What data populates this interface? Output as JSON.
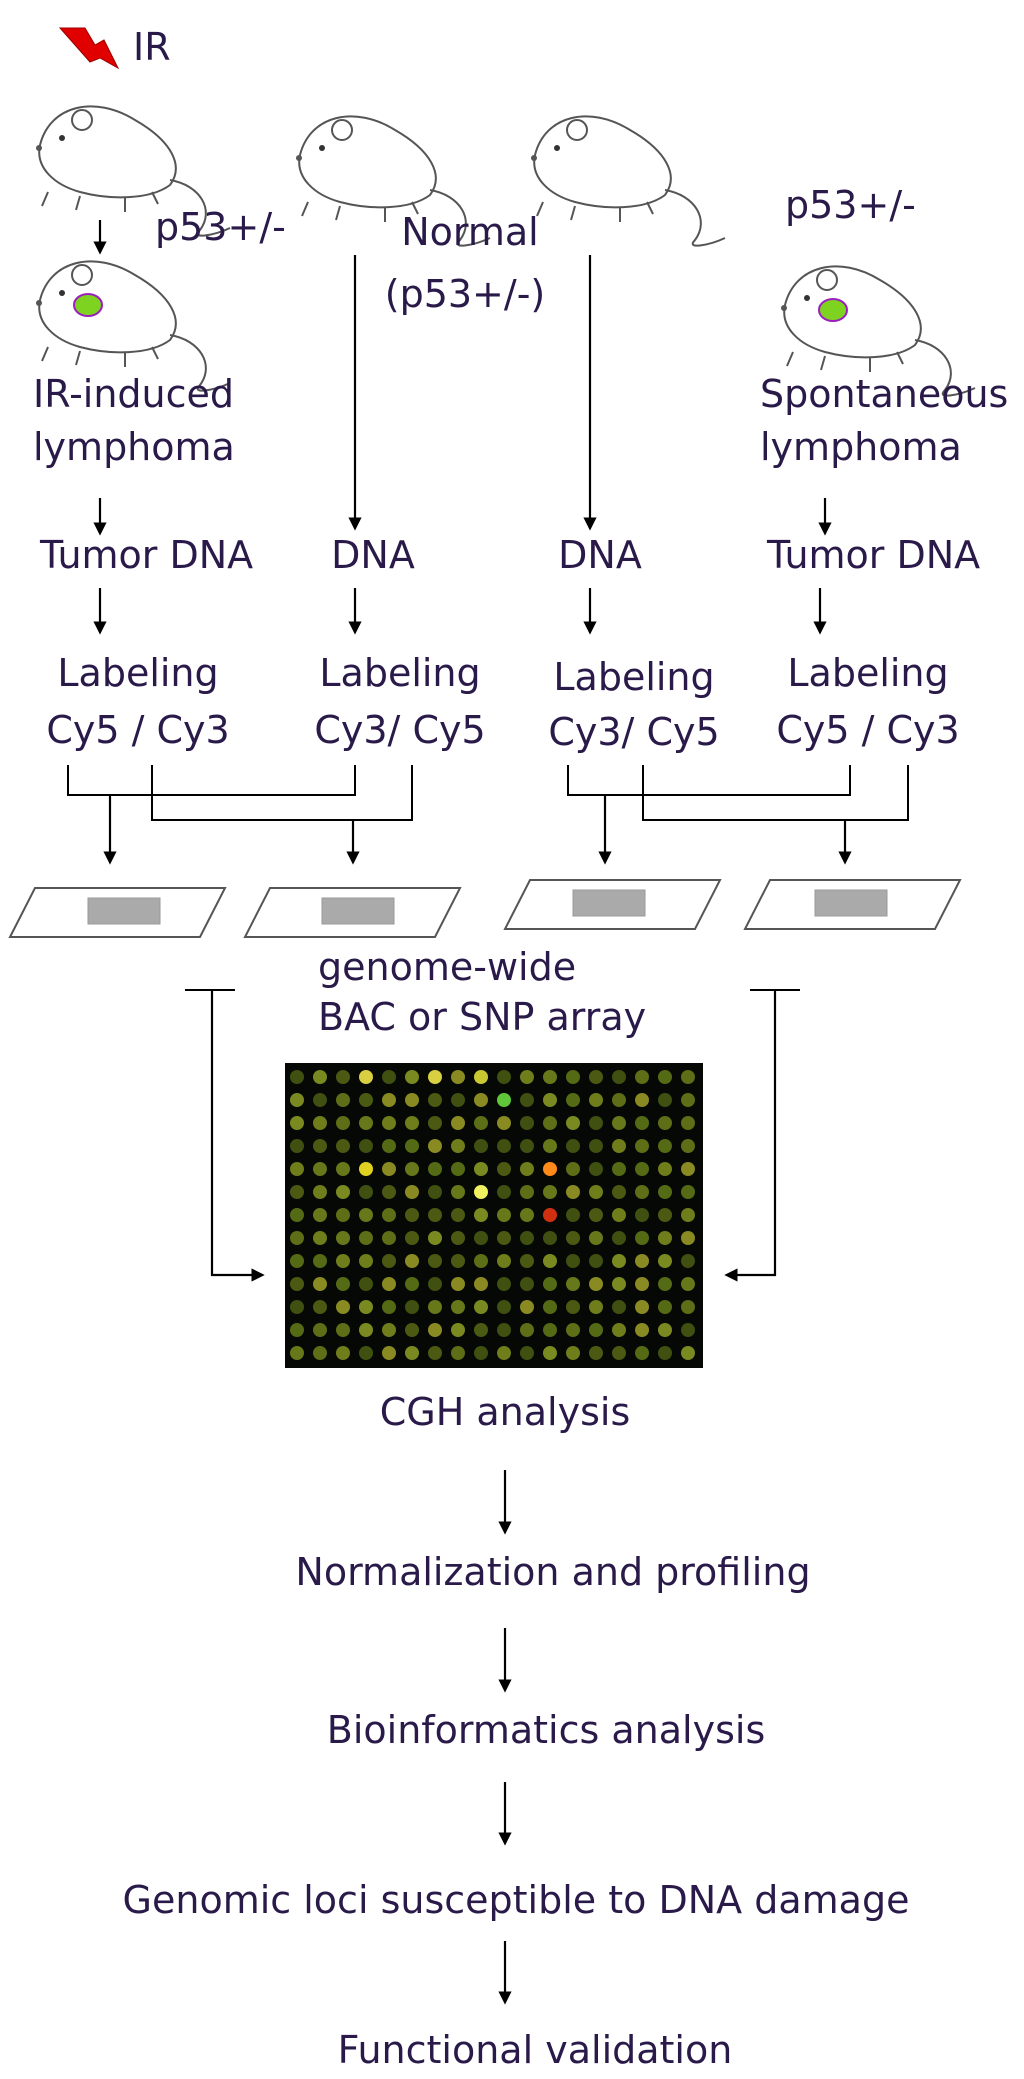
{
  "labels": {
    "ir": "IR",
    "p53_left": "p53+/-",
    "normal": "Normal",
    "normal_genotype": "(p53+/-)",
    "p53_right": "p53+/-",
    "ir_lymphoma_1": "IR-induced",
    "ir_lymphoma_2": "lymphoma",
    "spont_lymphoma_1": "Spontaneous",
    "spont_lymphoma_2": "lymphoma",
    "tumor_dna_left": "Tumor DNA",
    "dna_mid_left": "DNA",
    "dna_mid_right": "DNA",
    "tumor_dna_right": "Tumor DNA",
    "labeling_1": "Labeling",
    "dye_1": "Cy5 / Cy3",
    "labeling_2": "Labeling",
    "dye_2": "Cy3/ Cy5",
    "labeling_3": "Labeling",
    "dye_3": "Cy3/ Cy5",
    "labeling_4": "Labeling",
    "dye_4": "Cy5 / Cy3",
    "array_1": "genome-wide",
    "array_2": "BAC or SNP array",
    "cgh": "CGH analysis",
    "normalization": "Normalization and profiling",
    "bioinformatics": "Bioinformatics analysis",
    "genomic_loci": "Genomic loci susceptible to DNA damage",
    "functional": "Functional validation"
  },
  "colors": {
    "text": "#2a1a4a",
    "lightning": "#e00000",
    "tumor_fill": "#7ed321",
    "tumor_outline": "#9b1fbf",
    "array_background": "#050805"
  },
  "icons": [
    "lightning-bolt-icon",
    "mouse-icon",
    "microarray-slide-icon"
  ]
}
